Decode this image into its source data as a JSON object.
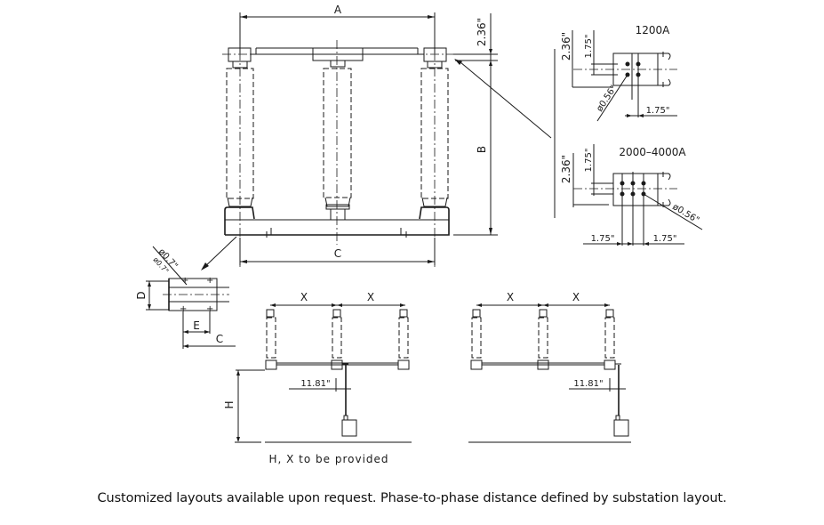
{
  "main_view": {
    "dim_a": "A",
    "dim_b": "B",
    "dim_c": "C",
    "dim_top_offset": "2.36\""
  },
  "detail_1200": {
    "title": "1200A",
    "dim_vertical_outer": "2.36\"",
    "dim_vertical_inner": "1.75\"",
    "dim_hole": "ø0.56\"",
    "dim_horizontal": "1.75\""
  },
  "detail_2000": {
    "title": "2000–4000A",
    "dim_vertical_outer": "2.36\"",
    "dim_vertical_inner": "1.75\"",
    "dim_hole": "ø0.56\"",
    "dim_horizontal_left": "1.75\"",
    "dim_horizontal_right": "1.75\""
  },
  "base_detail": {
    "dim_hole_1": "ø0.7\"",
    "dim_hole_2": "ø0.7\"",
    "dim_d": "D",
    "dim_e": "E",
    "dim_c": "C"
  },
  "layout_center_drive": {
    "dim_x1": "X",
    "dim_x2": "X",
    "dim_offset": "11.81\"",
    "dim_h": "H",
    "note": "H, X to be provided"
  },
  "layout_end_drive": {
    "dim_x1": "X",
    "dim_x2": "X",
    "dim_offset": "11.81\""
  },
  "caption": "Customized layouts available upon request. Phase-to-phase distance defined by substation layout."
}
